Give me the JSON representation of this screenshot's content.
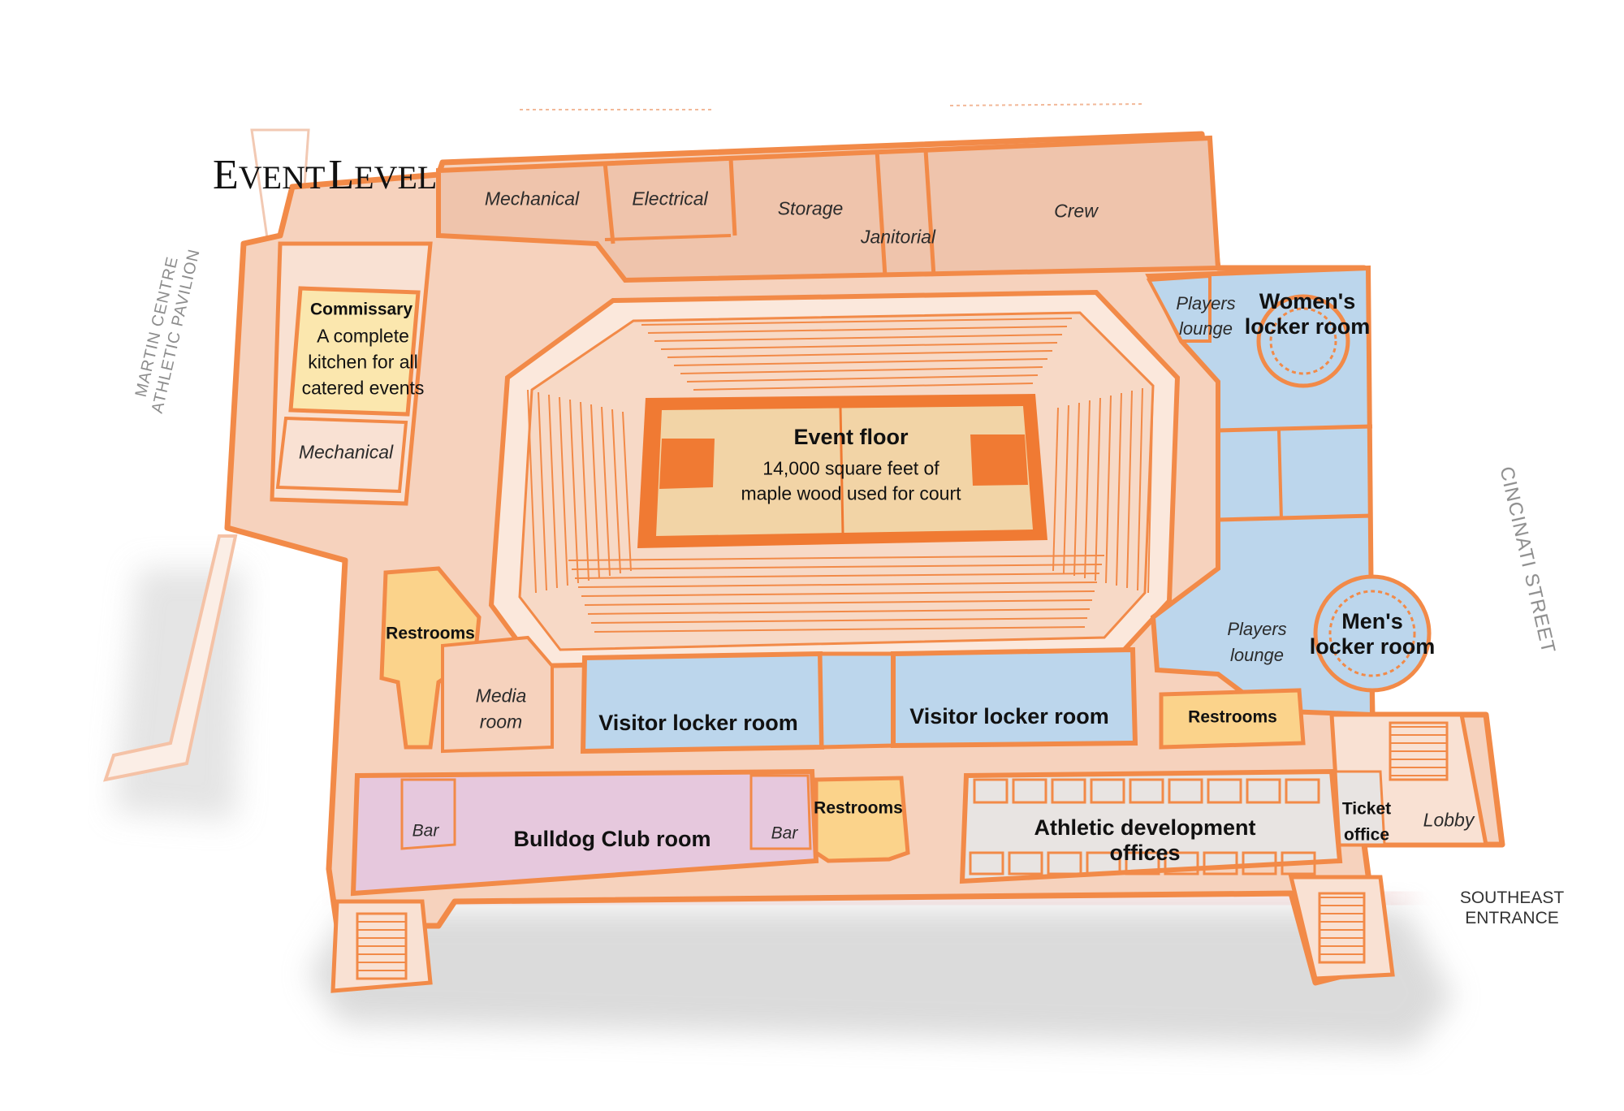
{
  "title": {
    "first_initial": "E",
    "first_rest": "VENT",
    "second_initial": "L",
    "second_rest": "EVEL"
  },
  "streets": {
    "pavilion_line1": "MARTIN CENTRE",
    "pavilion_line2": "ATHLETIC PAVILION",
    "cincinati": "CINCINATI STREET",
    "entrance_line1": "SOUTHEAST",
    "entrance_line2": "ENTRANCE"
  },
  "rooms": {
    "mechanical_top": "Mechanical",
    "electrical": "Electrical",
    "storage": "Storage",
    "janitorial": "Janitorial",
    "crew": "Crew",
    "commissary_title": "Commissary",
    "commissary_desc_1": "A complete",
    "commissary_desc_2": "kitchen for all",
    "commissary_desc_3": "catered events",
    "mechanical_left": "Mechanical",
    "event_floor_title": "Event floor",
    "event_floor_desc_1": "14,000 square feet of",
    "event_floor_desc_2": "maple wood used for court",
    "players_lounge_top_1": "Players",
    "players_lounge_top_2": "lounge",
    "womens_locker_1": "Women's",
    "womens_locker_2": "locker room",
    "players_lounge_bottom_1": "Players",
    "players_lounge_bottom_2": "lounge",
    "mens_locker_1": "Men's",
    "mens_locker_2": "locker room",
    "restrooms_left": "Restrooms",
    "media_room_1": "Media",
    "media_room_2": "room",
    "visitor_locker_1": "Visitor locker room",
    "visitor_locker_2": "Visitor locker room",
    "restrooms_right": "Restrooms",
    "restrooms_bottom": "Restrooms",
    "bar_left": "Bar",
    "bulldog_club": "Bulldog Club room",
    "bar_right": "Bar",
    "athletic_dev_1": "Athletic development",
    "athletic_dev_2": "offices",
    "ticket_office_1": "Ticket",
    "ticket_office_2": "office",
    "lobby": "Lobby"
  },
  "colors": {
    "wall_orange": "#f28a48",
    "floor_peach": "#f6d2bd",
    "corridor_peach": "#f9e1d3",
    "service_rose": "#efc4ac",
    "locker_blue": "#bcd6ec",
    "restroom_yellow": "#fbd38b",
    "commissary_yellow": "#fbe7ae",
    "club_lavender": "#e6c8dd",
    "office_gray": "#e8e4e2",
    "court_wood": "#f2d4a6",
    "court_orange": "#f07a33",
    "shadow_red": "#c81e1e"
  }
}
